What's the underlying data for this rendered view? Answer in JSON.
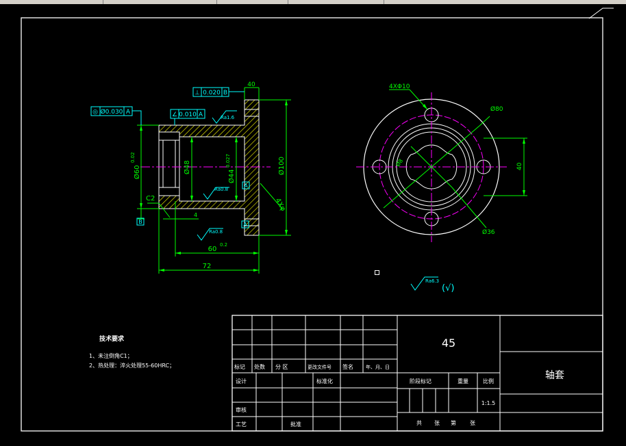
{
  "viewer": {
    "toolbar_state": "top-bar"
  },
  "colors": {
    "frame": "#ffffff",
    "dimension": "#00ff00",
    "hatch": "#ffff00",
    "centerline": "#ff00ff",
    "tolerance": "#00ffff",
    "background": "#000000"
  },
  "side_view": {
    "tol_perpendicular": "0.020",
    "tol_perpendicular_datum": "B",
    "tol_perpendicular_symbol": "⊥",
    "tol_concentric": "Ø0.030",
    "tol_concentric_datum": "A",
    "tol_concentric_symbol": "◎",
    "tol_angularity": "0.010",
    "tol_angularity_datum": "A",
    "tol_angularity_symbol": "∠",
    "dim_flange_width": "40",
    "dim_od_left": "Ø60",
    "dim_od_left_tol": "0.02",
    "dim_bore_48": "Ø48",
    "dim_bore_44": "Ø44",
    "dim_bore_44_tol": "0.027",
    "dim_outer_100": "Ø100",
    "dim_holes": "4Xφ",
    "dim_chamfer": "C2",
    "dim_step_4": "4",
    "dim_length_60": "60",
    "dim_length_60_tol": "0.2",
    "dim_length_72": "72",
    "datum_a": "A",
    "datum_b": "B",
    "roughness_1": "Ra1.6",
    "roughness_2": "Ra0.8",
    "roughness_3": "Ra0.8"
  },
  "front_view": {
    "dim_holes": "4XΦ10",
    "dim_80": "Ø80",
    "dim_40": "40",
    "dim_36": "Ø36",
    "dim_inner": "Ø8"
  },
  "general_roughness": {
    "value": "Ra6.3",
    "suffix": "(√)"
  },
  "tech_requirements": {
    "title": "技术要求",
    "items": [
      "1、未注倒角C1；",
      "2、热处理：淬火处理55-60HRC；"
    ]
  },
  "title_block": {
    "material": "45",
    "part_name": "轴套",
    "scale_value": "1:1.5",
    "header_mark": "标记",
    "header_count": "处数",
    "header_zone": "分 区",
    "header_doc": "更改文件号",
    "header_sign": "签名",
    "header_date": "年、月、日",
    "row_design": "设计",
    "row_standard": "标准化",
    "row_stage": "阶段标记",
    "row_weight": "重量",
    "row_scale": "比例",
    "row_review": "审核",
    "row_process": "工艺",
    "row_approve": "批准",
    "sheet_total": "共",
    "sheet_count": "张",
    "sheet_index": "第",
    "sheet_page": "张"
  }
}
